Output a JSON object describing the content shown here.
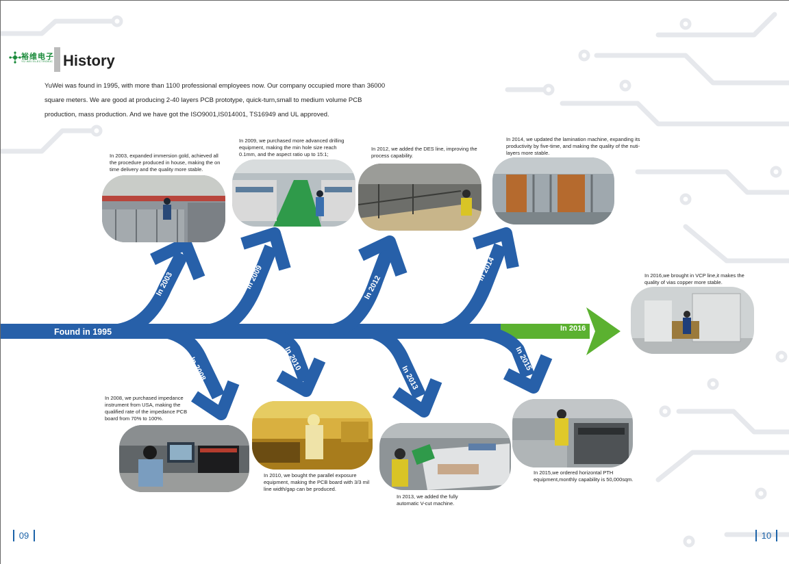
{
  "header": {
    "logo_cn": "裕维电子",
    "logo_en": "YU WEI ELECTRONIC",
    "title": "History"
  },
  "intro": "YuWei was found in 1995, with more than 1100 professional employees now. Our company occupied more than 36000 square meters. We are good at producing 2-40 layers PCB prototype, quick-turn,small to medium volume PCB production, mass production. And we have got the ISO9001,IS014001, TS16949 and UL approved.",
  "timeline": {
    "start": "Found in 1995",
    "branches": [
      {
        "year": "In 2003",
        "caption": "In 2003, expanded immersion gold, achieved all the procedure produced in house, making the on time delivery and the quality more stable."
      },
      {
        "year": "In 2008",
        "caption": "In 2008, we purchased impedance instrument from USA, making the qualified rate of the impedance PCB board from 70% to 100%."
      },
      {
        "year": "In 2009",
        "caption": "In 2009, we purchased more advanced drilling equipment, making the min hole size reach 0.1mm, and the aspect ratio up to 15:1;"
      },
      {
        "year": "In 2010",
        "caption": "In 2010, we bought the parallel exposure equipment, making the PCB board with 3/3 mil line width/gap can be produced."
      },
      {
        "year": "In 2012",
        "caption": "In 2012, we added the DES line, improving the process capability."
      },
      {
        "year": "In 2013",
        "caption": "In 2013, we added the fully automatic V-cut machine."
      },
      {
        "year": "In 2014",
        "caption": "In 2014, we updated the lamination machine, expanding its productivity by five-time, and making the quality of the nuti-layers more stable."
      },
      {
        "year": "In 2015",
        "caption": "In 2015,we ordered horizontal PTH equipment,monthly capability is 50,000sqm."
      },
      {
        "year": "In 2016",
        "caption": "In 2016,we brought in VCP line,it makes the quality of vias copper more stable."
      }
    ]
  },
  "pages": {
    "left": "09",
    "right": "10"
  },
  "colors": {
    "arrow_blue": "#2760a9",
    "arrow_green": "#5bb130",
    "accent": "#1a62a8"
  }
}
